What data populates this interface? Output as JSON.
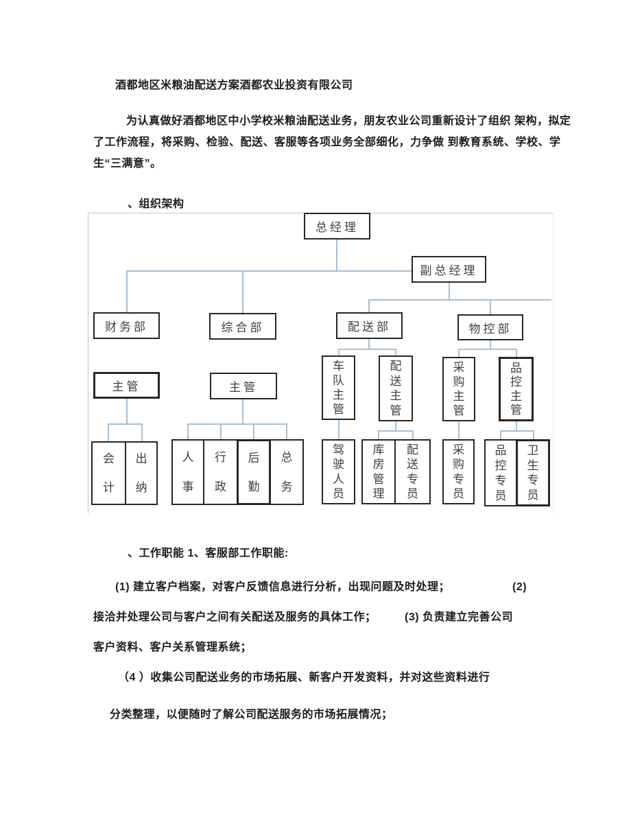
{
  "colors": {
    "background": "#ffffff",
    "text": "#1b1b1b",
    "connector_line": "#a6c0d4",
    "box_border": "#262626",
    "box_text": "#3e3e3e",
    "frame_border": "#c6c6c6"
  },
  "document": {
    "title": "酒都地区米粮油配送方案酒都农业投资有限公司",
    "intro_lines": [
      "为认真做好酒都地区中小学校米粮油配送业务，朋友农业公司重新设计了组织 架构，拟定",
      "了工作流程，将采购、检验、配送、客服等各项业务全部细化，力争做 到教育系统、学校、学",
      "生“三满意”。"
    ],
    "section1_heading": "、组织架构",
    "section2_heading": "、工作职能 1、客服部工作职能:",
    "duties_lines": [
      "(1) 建立客户档案，对客户反馈信息进行分析，出现问题及时处理；　　　　　　(2)",
      "接洽并处理公司与客户之间有关配送及服务的具体工作；　　　(3) 负责建立完善公司",
      "客户资料、客户关系管理系统；"
    ],
    "item4_lines": [
      "（4 ）收集公司配送业务的市场拓展、新客户开发资料，并对这些资料进行",
      "分类整理，以便随时了解公司配送服务的市场拓展情况；"
    ]
  },
  "diagram": {
    "type": "org-chart",
    "nodes": {
      "gm": {
        "label": "总经理"
      },
      "dgm": {
        "label": "副总经理"
      },
      "finance": {
        "label": "财务部"
      },
      "general": {
        "label": "综合部"
      },
      "delivery": {
        "label": "配送部"
      },
      "material": {
        "label": "物控部"
      },
      "finance_sup": {
        "label": "主管"
      },
      "general_sup": {
        "label": "主管"
      },
      "fleet_sup": {
        "label": "车队主管"
      },
      "delivery_sup": {
        "label": "配送主管"
      },
      "purchase_sup": {
        "label": "采购主管"
      },
      "qc_sup": {
        "label": "品控主管"
      },
      "accounting": {
        "label": "会计"
      },
      "cashier": {
        "label": "出纳"
      },
      "hr": {
        "label": "人事"
      },
      "admin": {
        "label": "行政"
      },
      "logistics": {
        "label": "后勤"
      },
      "general_affairs": {
        "label": "总务"
      },
      "drivers": {
        "label": "驾驶人员"
      },
      "warehouse": {
        "label": "库房管理"
      },
      "delivery_spec": {
        "label": "配送专员"
      },
      "purchase_spec": {
        "label": "采购专员"
      },
      "qc_spec": {
        "label": "品控专员"
      },
      "hygiene_spec": {
        "label": "卫生专员"
      }
    },
    "hierarchy": {
      "gm": [
        "dgm"
      ],
      "dgm": [
        "finance",
        "general",
        "delivery",
        "material"
      ],
      "finance": [
        "finance_sup"
      ],
      "general": [
        "general_sup"
      ],
      "delivery": [
        "fleet_sup",
        "delivery_sup"
      ],
      "material": [
        "purchase_sup",
        "qc_sup"
      ],
      "finance_sup": [
        "accounting",
        "cashier"
      ],
      "general_sup": [
        "hr",
        "admin",
        "logistics",
        "general_affairs"
      ],
      "fleet_sup": [
        "drivers"
      ],
      "delivery_sup": [
        "warehouse",
        "delivery_spec"
      ],
      "purchase_sup": [
        "purchase_spec"
      ],
      "qc_sup": [
        "qc_spec",
        "hygiene_spec"
      ]
    }
  }
}
